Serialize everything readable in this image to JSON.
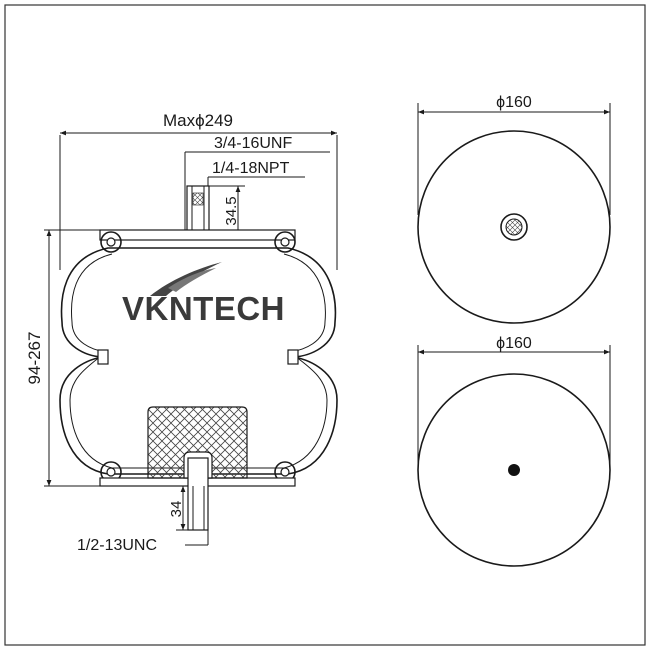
{
  "drawing": {
    "brand": {
      "name": "VKNTECH"
    },
    "side_view": {
      "max_diameter_label": "Maxϕ249",
      "top_thread_label": "3/4-16UNF",
      "air_fitting_label": "1/4-18NPT",
      "top_stud_length_label": "34.5",
      "height_range_label": "94-267",
      "bottom_stud_length_label": "34",
      "bottom_thread_label": "1/2-13UNC"
    },
    "top_view": {
      "diameter_label": "ϕ160"
    },
    "bottom_view": {
      "diameter_label": "ϕ160"
    }
  }
}
